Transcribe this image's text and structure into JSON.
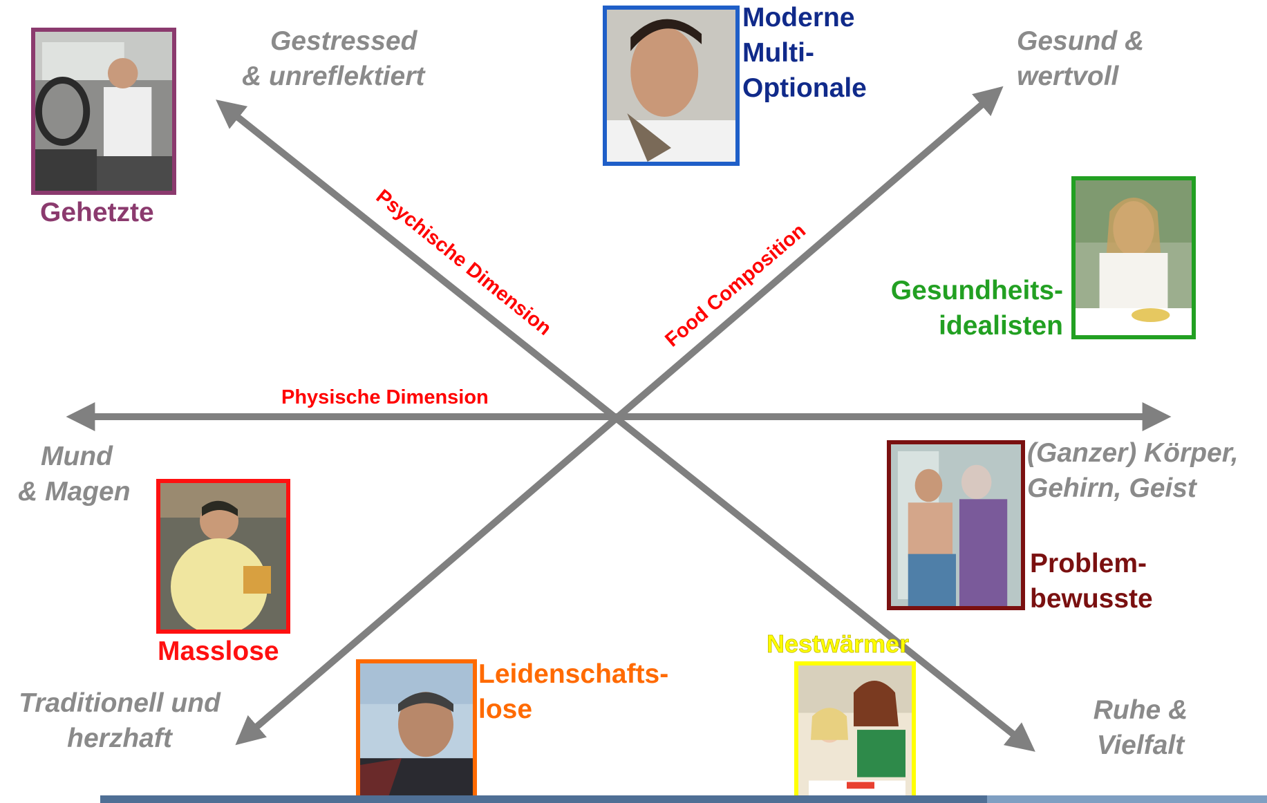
{
  "axes": {
    "physical": {
      "label": "Physische Dimension"
    },
    "psychic": {
      "label": "Psychische Dimension"
    },
    "food": {
      "label": "Food Composition"
    },
    "colors": {
      "arrow": "#808080",
      "label": "#ff0000"
    }
  },
  "endpoints": {
    "top_left": [
      "Gestressed",
      "& unreflektiert"
    ],
    "top_right": [
      "Gesund &",
      "wertvoll"
    ],
    "left": [
      "Mund",
      "& Magen"
    ],
    "right": [
      "(Ganzer) Körper,",
      "Gehirn, Geist"
    ],
    "bottom_left": [
      "Traditionell und",
      "herzhaft"
    ],
    "bottom_right": [
      "Ruhe &",
      "Vielfalt"
    ]
  },
  "segments": {
    "gehetzte": {
      "lines": [
        "Gehetzte"
      ],
      "color": "#8b3a6e",
      "photo": "man-eating-while-driving"
    },
    "moderne": {
      "lines": [
        "Moderne",
        "Multi-",
        "Optionale"
      ],
      "color": "#1f5fc8",
      "text_color": "#102a8a",
      "photo": "young-man-with-tie"
    },
    "gesundheits": {
      "lines": [
        "Gesundheits-",
        "idealisten"
      ],
      "color": "#22a022",
      "photo": "woman-eating-salad"
    },
    "problem": {
      "lines": [
        "Problem-",
        "bewusste"
      ],
      "color": "#7a1010",
      "photo": "elderly-couple"
    },
    "masslose": {
      "lines": [
        "Masslose"
      ],
      "color": "#ff1010",
      "photo": "man-eating-fries"
    },
    "leidenschafts": {
      "lines": [
        "Leidenschafts-",
        "lose"
      ],
      "color": "#ff6a00",
      "photo": "older-man-outdoors"
    },
    "nest": {
      "lines": [
        "Nestwärmer"
      ],
      "color": "#ffff00",
      "photo": "mother-and-child-cooking"
    }
  }
}
